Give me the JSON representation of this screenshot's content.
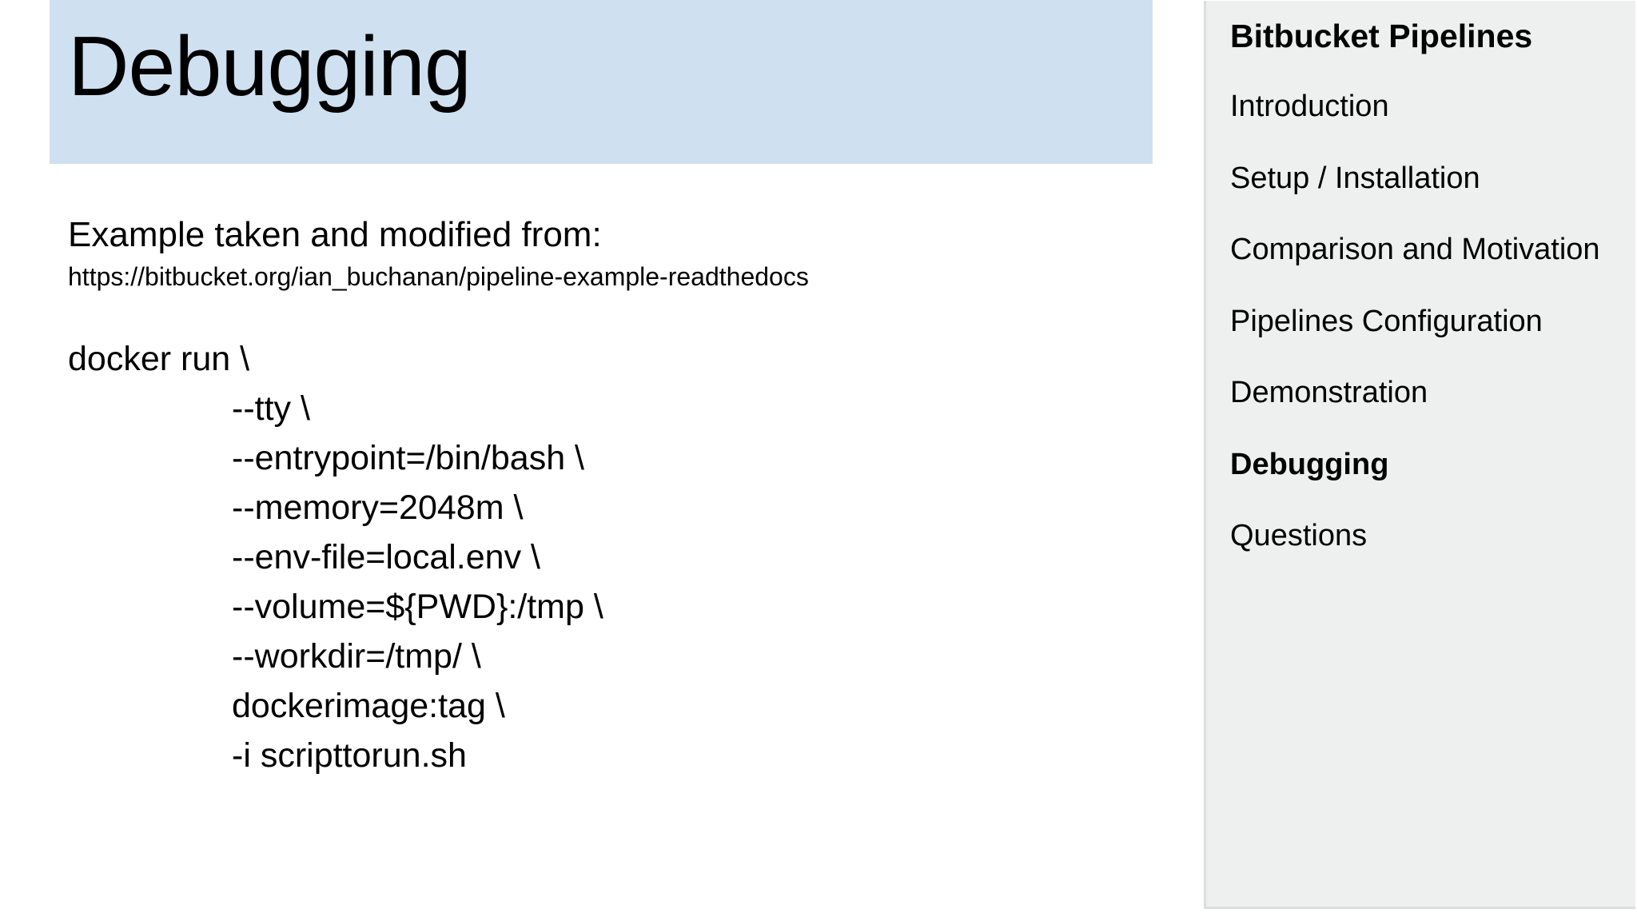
{
  "slide": {
    "title": "Debugging",
    "banner_color": "#cfe0f0",
    "background_color": "#ffffff"
  },
  "content": {
    "lead_line": "Example taken and modified from:",
    "source_url": "https://bitbucket.org/ian_buchanan/pipeline-example-readthedocs",
    "command_lines": [
      {
        "text": "docker run \\",
        "indented": false
      },
      {
        "text": "--tty \\",
        "indented": true
      },
      {
        "text": "--entrypoint=/bin/bash \\",
        "indented": true
      },
      {
        "text": "--memory=2048m \\",
        "indented": true
      },
      {
        "text": "--env-file=local.env \\",
        "indented": true
      },
      {
        "text": "--volume=${PWD}:/tmp \\",
        "indented": true
      },
      {
        "text": "--workdir=/tmp/ \\",
        "indented": true
      },
      {
        "text": "dockerimage:tag \\",
        "indented": true
      },
      {
        "text": "-i scripttorun.sh",
        "indented": true
      }
    ]
  },
  "sidebar": {
    "title": "Bitbucket Pipelines",
    "background_color": "#eef0ef",
    "border_color": "#dcdedd",
    "items": [
      {
        "label": "Introduction",
        "active": false
      },
      {
        "label": "Setup / Installation",
        "active": false
      },
      {
        "label": "Comparison and Motivation",
        "active": false
      },
      {
        "label": "Pipelines Configuration",
        "active": false
      },
      {
        "label": "Demonstration",
        "active": false
      },
      {
        "label": "Debugging",
        "active": true
      },
      {
        "label": "Questions",
        "active": false
      }
    ]
  }
}
